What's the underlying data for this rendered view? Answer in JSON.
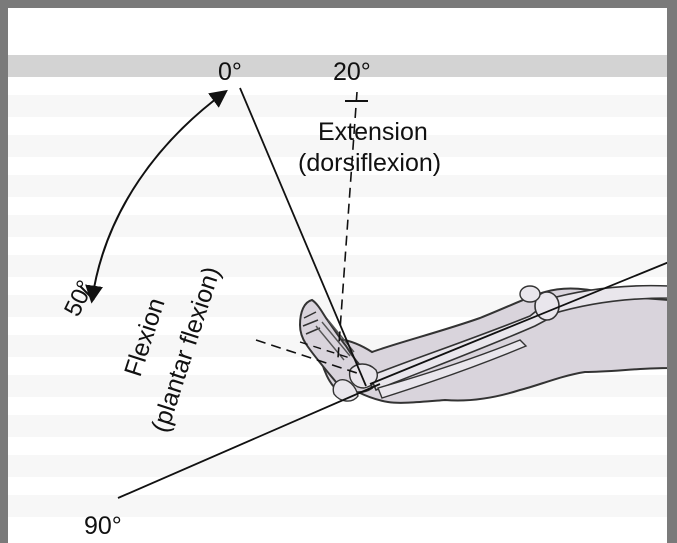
{
  "figure": {
    "angles": {
      "zero": "0°",
      "twenty": "20°",
      "fifty": "50°",
      "ninety": "90°"
    },
    "extension": {
      "line1": "Extension",
      "line2": "(dorsiflexion)"
    },
    "flexion": {
      "line1": "Flexion",
      "line2": "(plantar flexion)"
    }
  },
  "colors": {
    "frame": "#7a7a7a",
    "ink": "#111111",
    "leg_fill": "#d9d4dc",
    "bleed_text": "#c4c4c4"
  }
}
